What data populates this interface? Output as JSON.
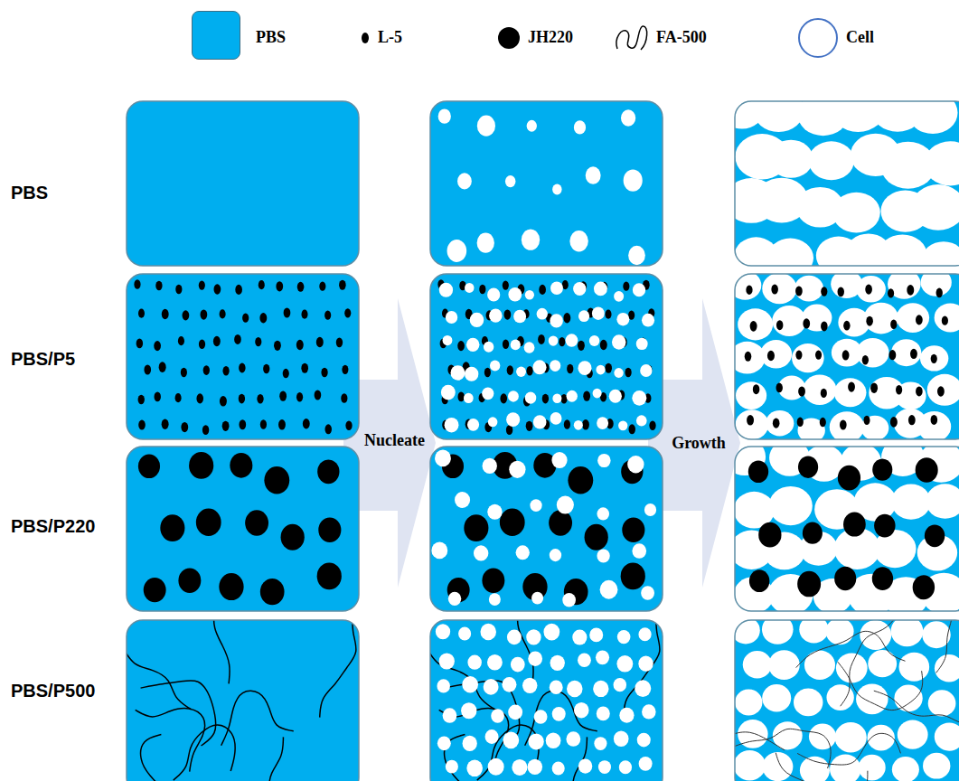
{
  "diagram": {
    "labels": [
      "PBS",
      "PBS/P5",
      "PBS/P220",
      "PBS/P500",
      "Nucleate",
      "Growth"
    ],
    "legend": [
      {
        "text": "PBS",
        "color": "#00aeef"
      },
      {
        "text": "L-5"
      },
      {
        "text": "JH220"
      },
      {
        "text": "FA-500"
      },
      {
        "text": "Cell"
      }
    ]
  }
}
